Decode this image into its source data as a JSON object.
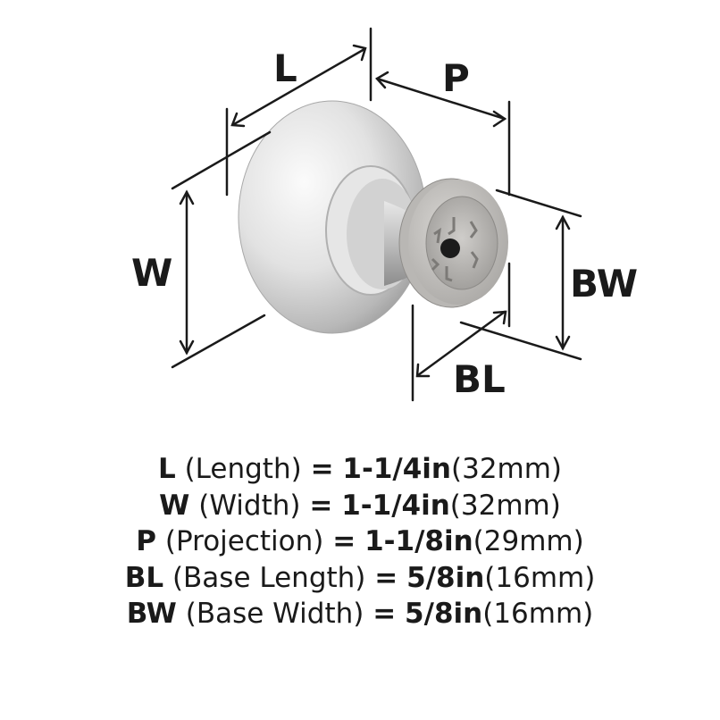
{
  "diagram": {
    "labels": {
      "length": "L",
      "width": "W",
      "projection": "P",
      "base_length": "BL",
      "base_width": "BW"
    },
    "colors": {
      "line": "#1a1a1a",
      "metal_light": "#f2f2f2",
      "metal_mid": "#c9c9c9",
      "metal_dark": "#8a8a8a"
    }
  },
  "specs": [
    {
      "code": "L",
      "name": "(Length)",
      "eq": "=",
      "inches": "1-1/4in",
      "mm": "(32mm)"
    },
    {
      "code": "W",
      "name": "(Width)",
      "eq": "=",
      "inches": "1-1/4in",
      "mm": "(32mm)"
    },
    {
      "code": "P",
      "name": "(Projection)",
      "eq": "=",
      "inches": "1-1/8in",
      "mm": "(29mm)"
    },
    {
      "code": "BL",
      "name": "(Base Length)",
      "eq": "=",
      "inches": "5/8in",
      "mm": "(16mm)"
    },
    {
      "code": "BW",
      "name": "(Base Width)",
      "eq": "=",
      "inches": "5/8in",
      "mm": "(16mm)"
    }
  ]
}
